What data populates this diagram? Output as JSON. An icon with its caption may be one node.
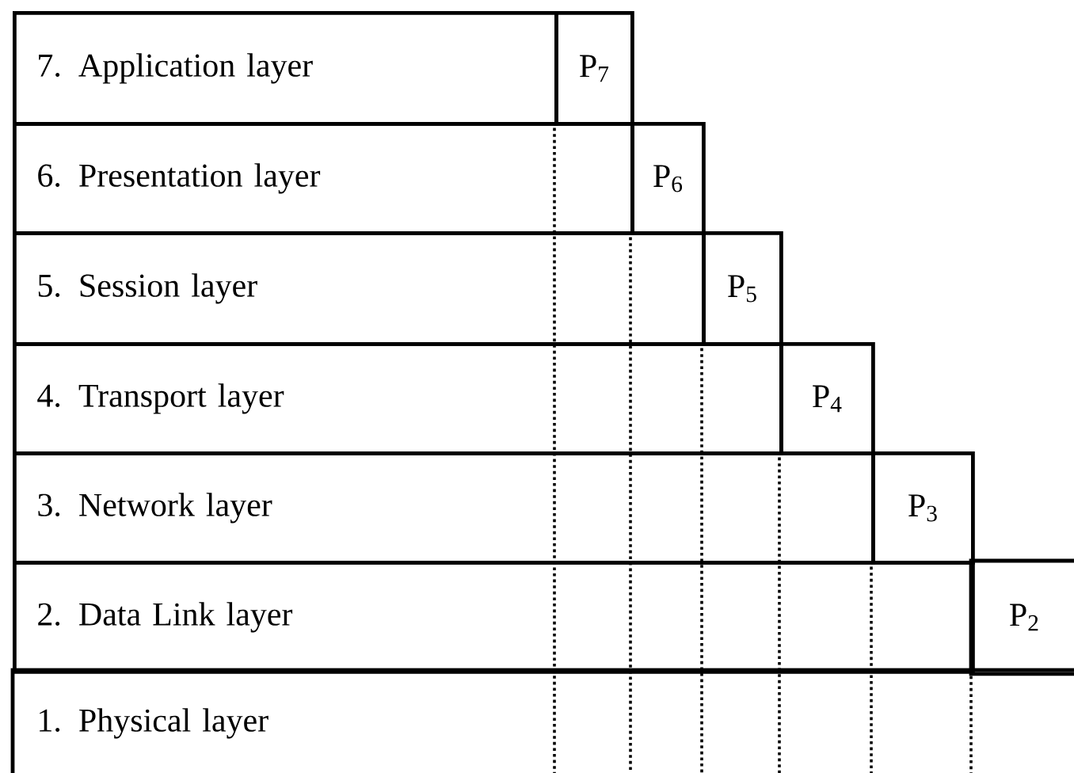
{
  "diagram": {
    "nodes": [
      {
        "text": [
          "7. Application layer"
        ]
      },
      {
        "text": [
          "P$_{7}$"
        ]
      },
      {
        "text": [
          "6. Presentation layer"
        ]
      },
      {
        "text": [
          "P$_{6}$"
        ]
      },
      {
        "text": [
          "5. Session layer"
        ]
      },
      {
        "text": [
          "P$_{5}$"
        ]
      },
      {
        "text": [
          "4. Transport layer"
        ]
      },
      {
        "text": [
          "P$_{4}$"
        ]
      },
      {
        "text": [
          "3. Network layer"
        ]
      },
      {
        "text": [
          "P$_{3}$"
        ]
      },
      {
        "text": [
          "2. Data Link layer"
        ]
      },
      {
        "text": [
          "P$_{2}$"
        ]
      },
      {
        "text": [
          "1. Physical layer"
        ]
      }
    ]
  }
}
